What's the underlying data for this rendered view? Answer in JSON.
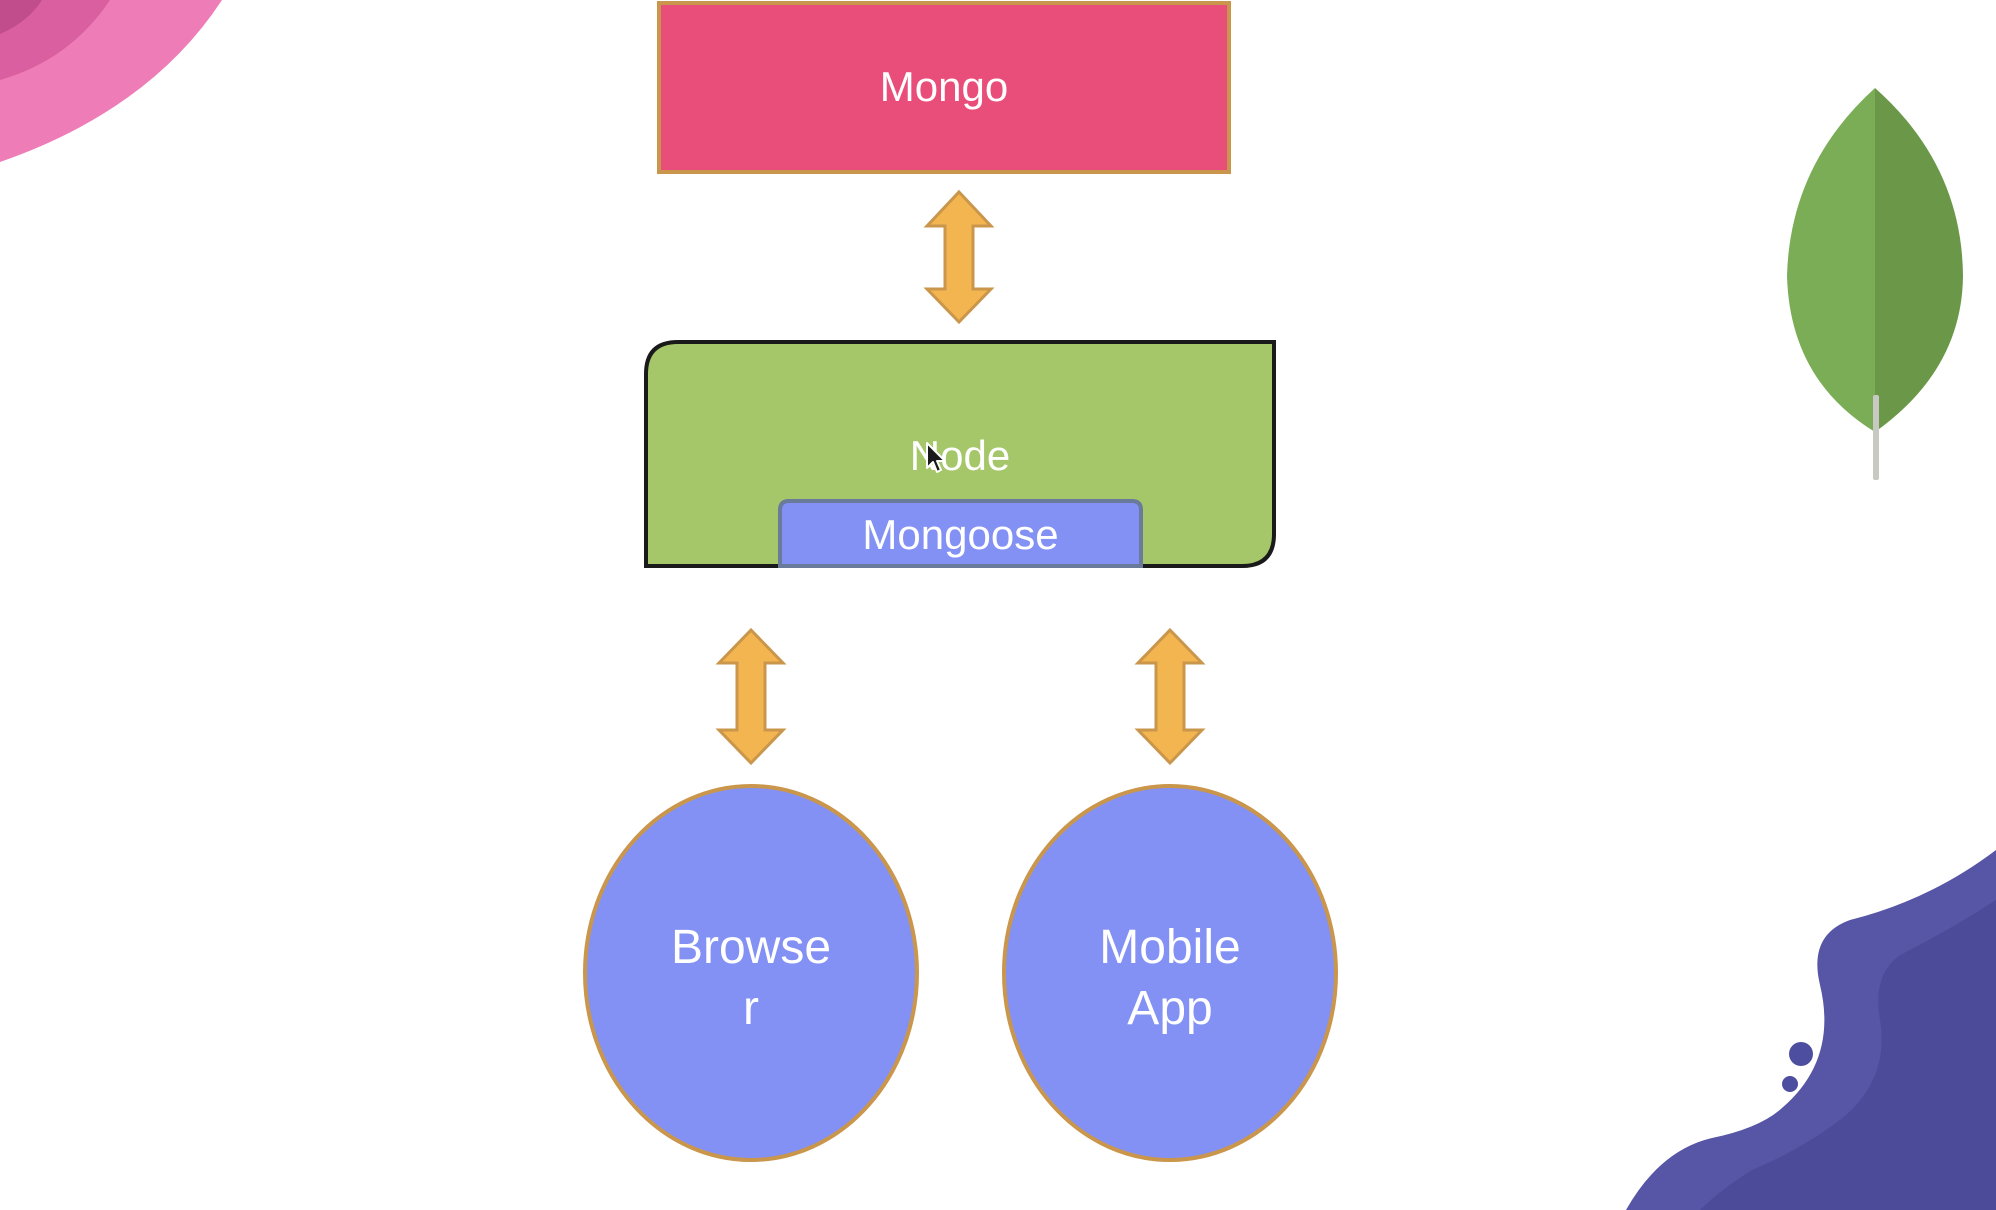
{
  "diagram": {
    "mongo_label": "Mongo",
    "node_label": "Node",
    "mongoose_label": "Mongoose",
    "browser_label_line1": "Browse",
    "browser_label_line2": "r",
    "mobile_label_line1": "Mobile",
    "mobile_label_line2": "App"
  },
  "colors": {
    "mongo_fill": "#e94e7a",
    "box_border": "#c9964b",
    "node_fill": "#a5c76a",
    "node_border": "#1a1a1a",
    "client_fill": "#8391f4",
    "arrow_fill": "#f3b54f",
    "leaf_green": "#6e9f4c",
    "blob_purple": "#4e4ea0",
    "blob_pink": "#ee7db7"
  },
  "icons": {
    "leaf": "mongodb-leaf-icon",
    "cursor": "mouse-cursor-icon"
  }
}
